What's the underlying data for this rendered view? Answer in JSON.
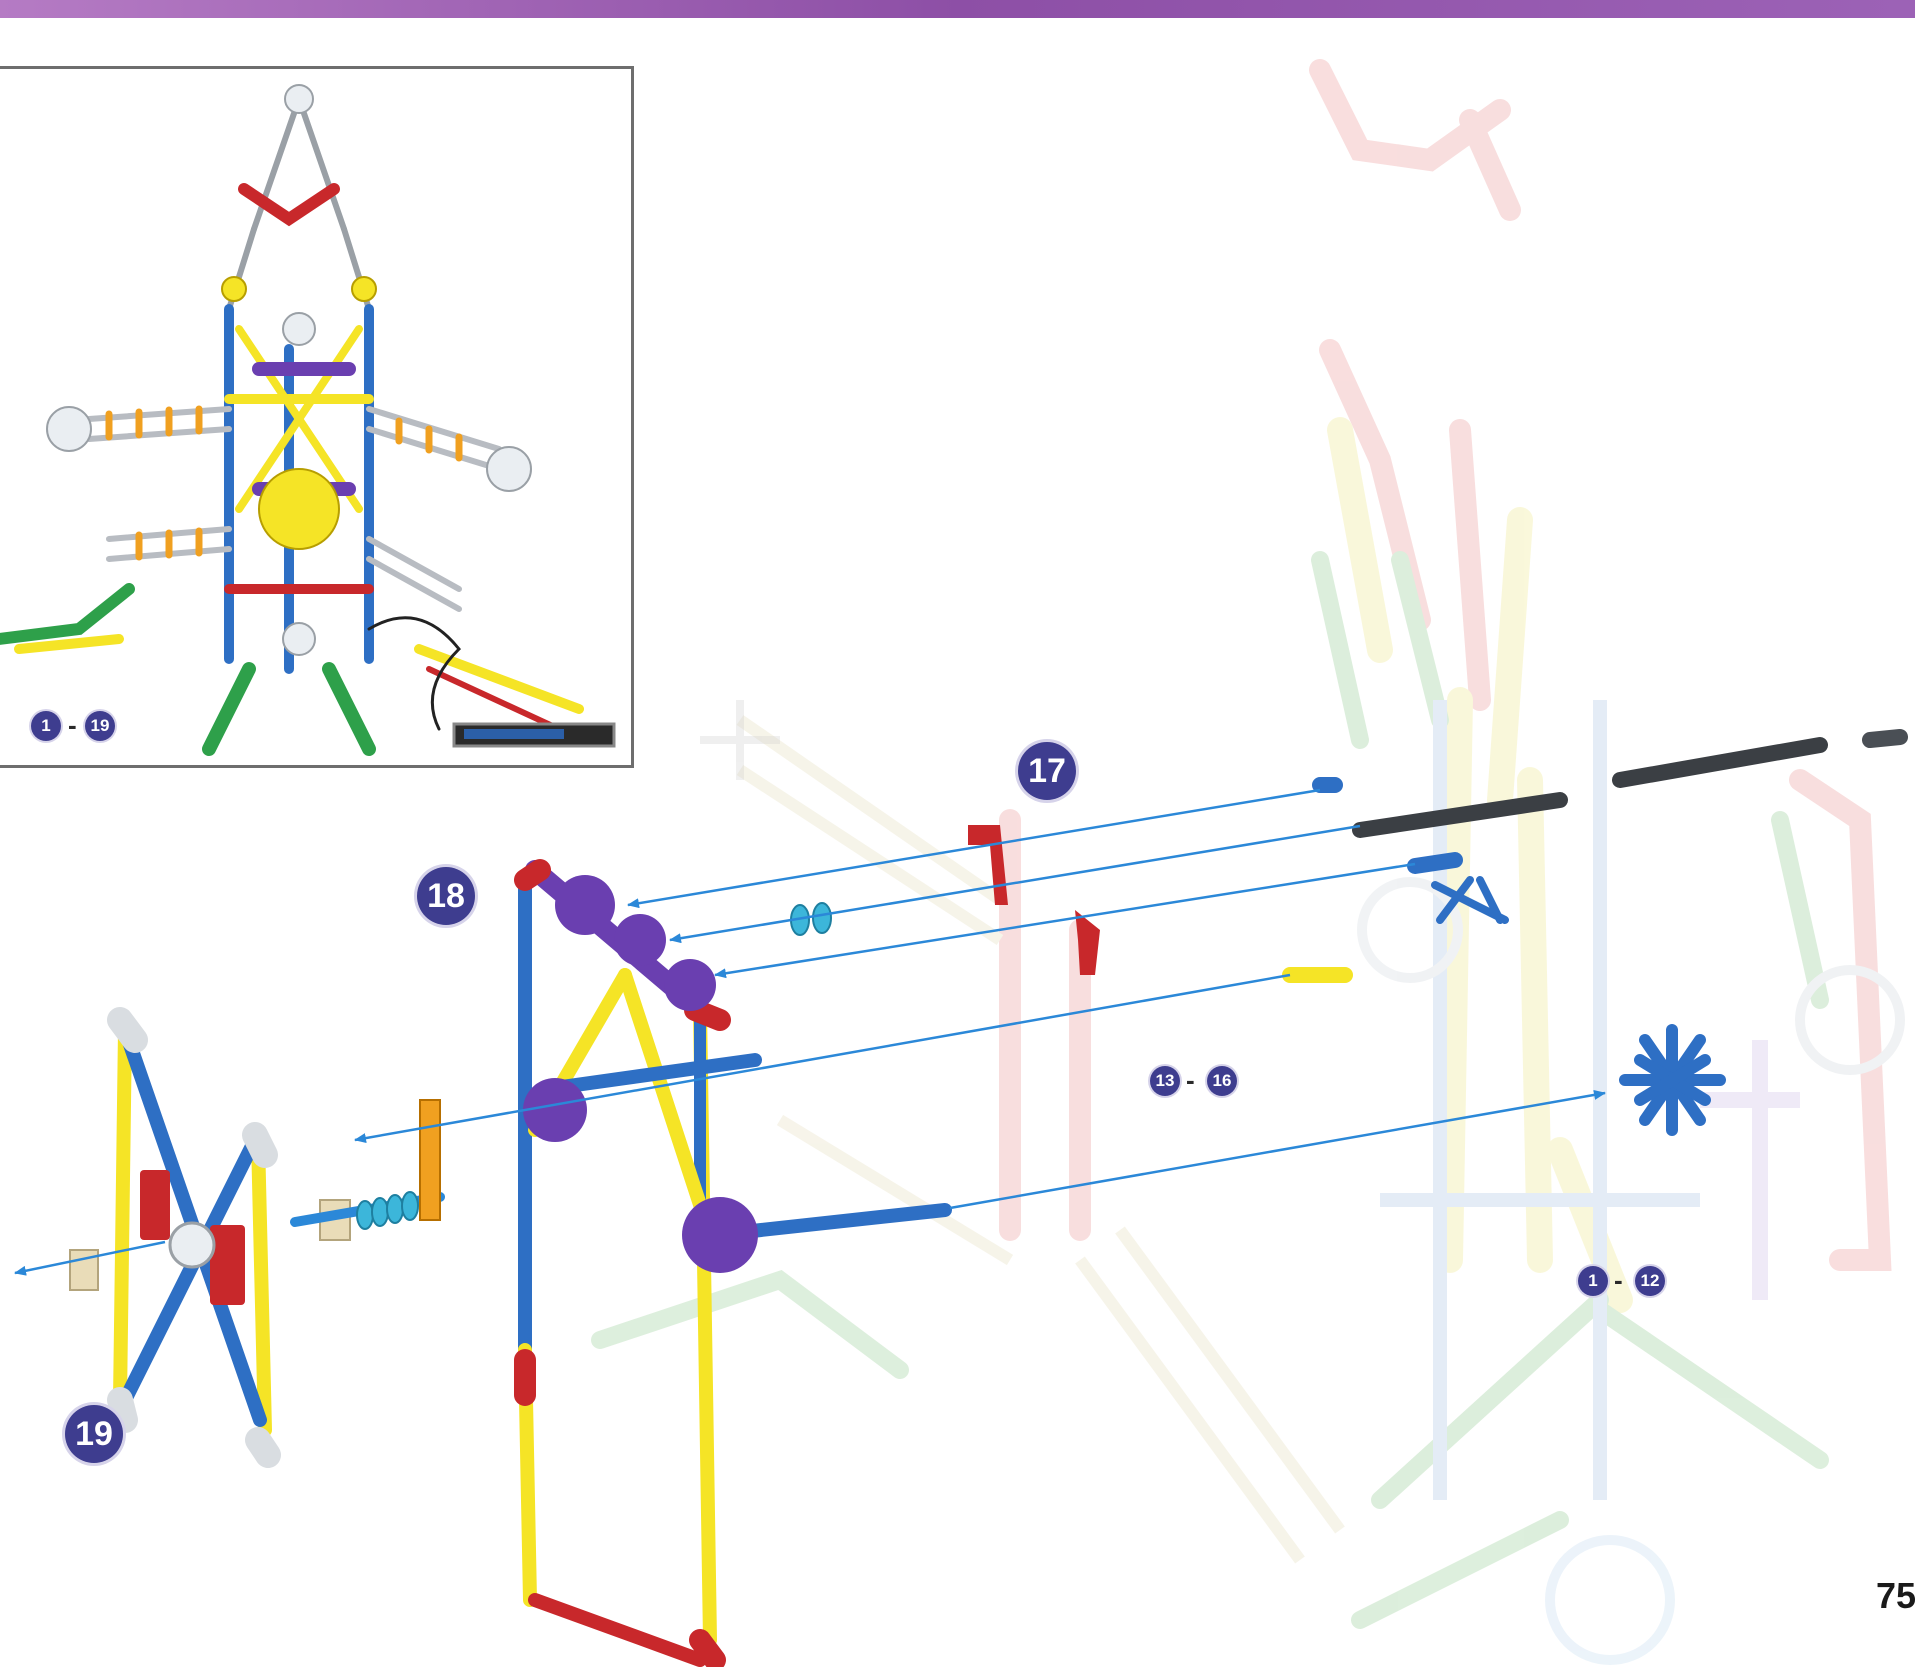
{
  "header": {
    "accent_color": "#9c62b6"
  },
  "overview_inset": {
    "range_start": "1",
    "range_end": "19",
    "separator": "-"
  },
  "steps": {
    "step17": {
      "label": "17"
    },
    "step18": {
      "label": "18"
    },
    "step19": {
      "label": "19"
    },
    "ref_13_16": {
      "start": "13",
      "end": "16",
      "separator": "-"
    },
    "ref_1_12": {
      "start": "1",
      "end": "12",
      "separator": "-"
    }
  },
  "page_number": "75",
  "colors": {
    "badge": "#3e3d8f",
    "arrow": "#2b88d8",
    "rod_blue": "#2e6fc4",
    "rod_yellow": "#f5e426",
    "rod_red": "#c8282b",
    "connector_purple": "#6a3fb0",
    "rod_gray": "#b8bcc2",
    "rod_black": "#3b3f44",
    "spacer_cyan": "#3cb6da",
    "orange": "#f0a020",
    "tan": "#e9dcb8"
  }
}
